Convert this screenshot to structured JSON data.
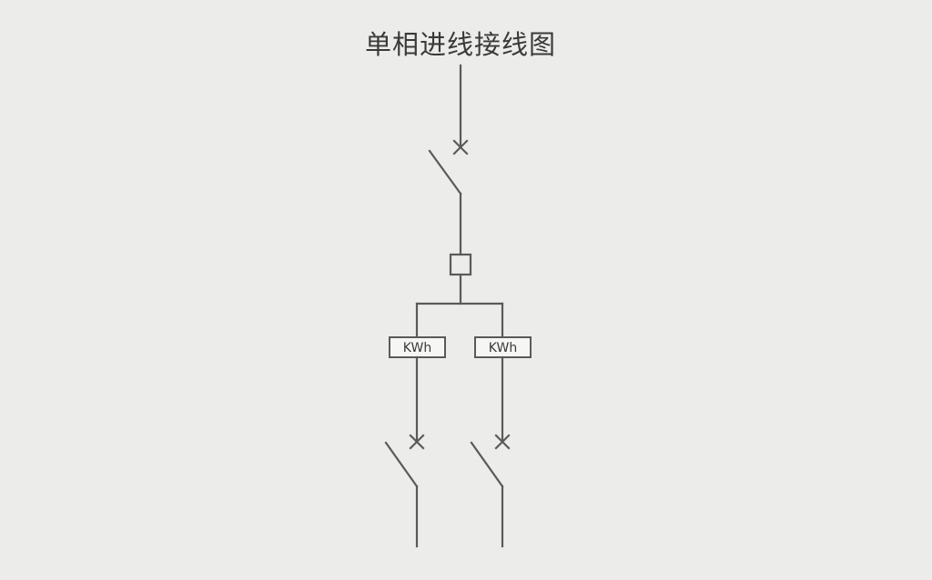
{
  "diagram": {
    "title": "单相进线接线图",
    "meters": [
      {
        "label": "KWh"
      },
      {
        "label": "KWh"
      }
    ],
    "colors": {
      "background": "#ececea",
      "line": "#5a5a5a",
      "text": "#3a3a3a"
    }
  }
}
